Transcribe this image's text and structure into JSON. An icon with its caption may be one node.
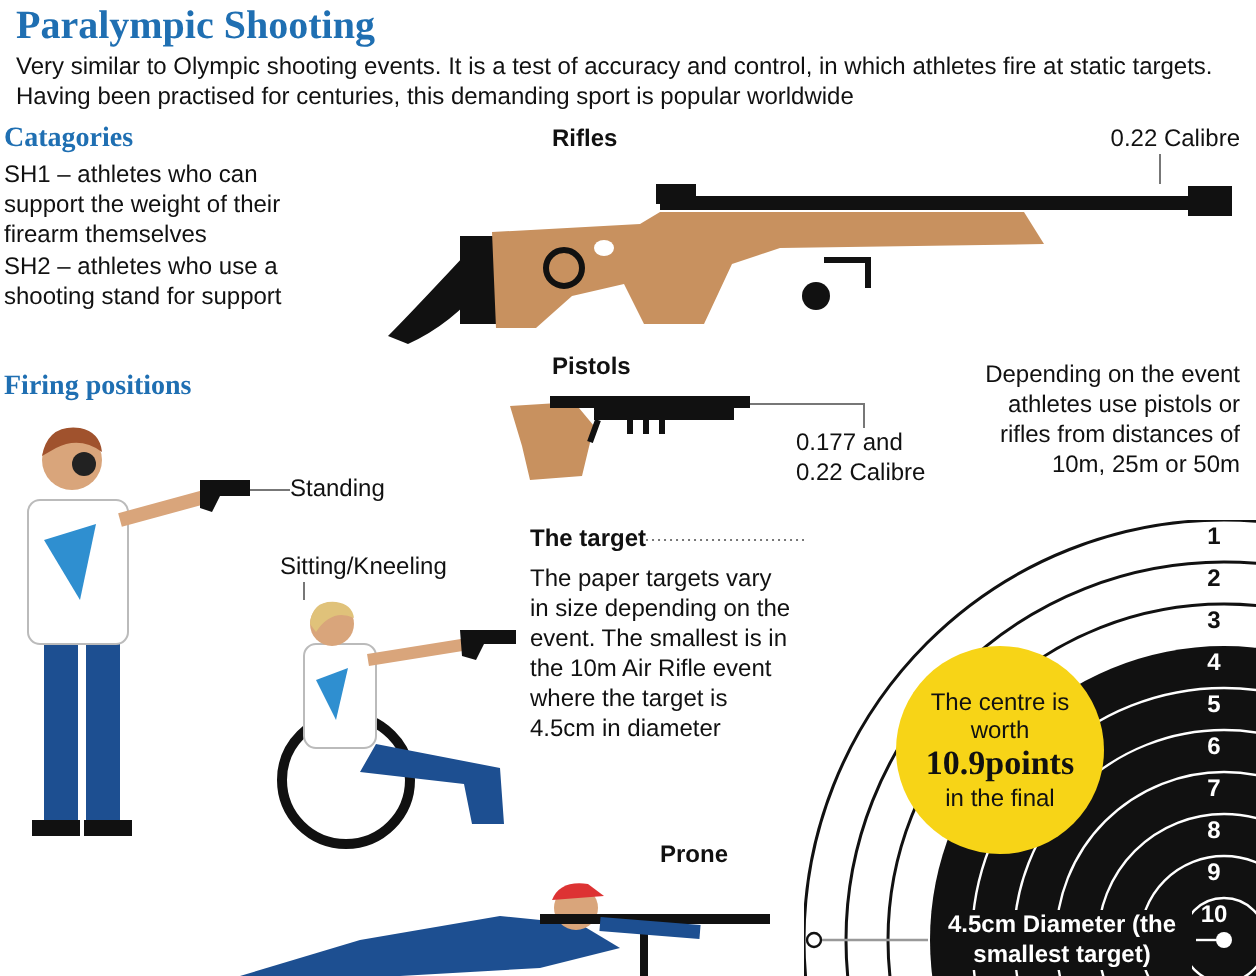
{
  "diagram": {
    "title": "Paralympic Shooting",
    "nodes": [
      {
        "text": [
          "0.22 Calibre"
        ]
      },
      {
        "text": [],
        "shape": "picture"
      },
      {
        "text": [
          "0.177 and 0.22 Calibre"
        ]
      },
      {
        "text": [],
        "shape": "picture"
      },
      {
        "text": [
          "Standing"
        ]
      },
      {
        "text": [],
        "shape": "picture"
      },
      {
        "text": [
          "Sitting/Kneeling"
        ]
      },
      {
        "text": [],
        "shape": "picture"
      },
      {
        "text": [
          "The target"
        ]
      },
      {
        "text": [],
        "shape": "picture"
      },
      {
        "text": [
          "The centre is worth **10.9points** in the final"
        ],
        "in": 9
      }
    ],
    "edges": [
      {
        "from": 0,
        "to": 1,
        "arrow": "none"
      },
      {
        "from": 2,
        "to": 3,
        "arrow": "none"
      },
      {
        "from": 4,
        "to": 5,
        "arrow": "none"
      },
      {
        "from": 6,
        "to": 7,
        "arrow": "none"
      },
      {
        "from": 8,
        "to": 9,
        "arrow": "none",
        "style": "dashed"
      }
    ],
    "labels": [
      "Very similar to Olympic shooting events. It is a test of accuracy and control, in which athletes fire at static targets. Having been practised for centuries, this demanding sport is popular worldwide",
      "Catagories",
      "SH1 – athletes who can support the weight of their firearm themselves",
      "SH2 – athletes who use a shooting stand for support",
      "Rifles",
      "Depending on the event athletes use pistols or rifles from distances of 10m, 25m or 50m",
      "Pistols",
      "Firing positions",
      "The paper targets vary in size depending on the event. The smallest is in the 10m Air Rifle event where the target is 4.5cm in diameter",
      "Prone",
      "4.5cm Diameter (the smallest target)",
      "1",
      "2",
      "3",
      "4",
      "5",
      "6",
      "7",
      "8",
      "9",
      "10"
    ]
  }
}
